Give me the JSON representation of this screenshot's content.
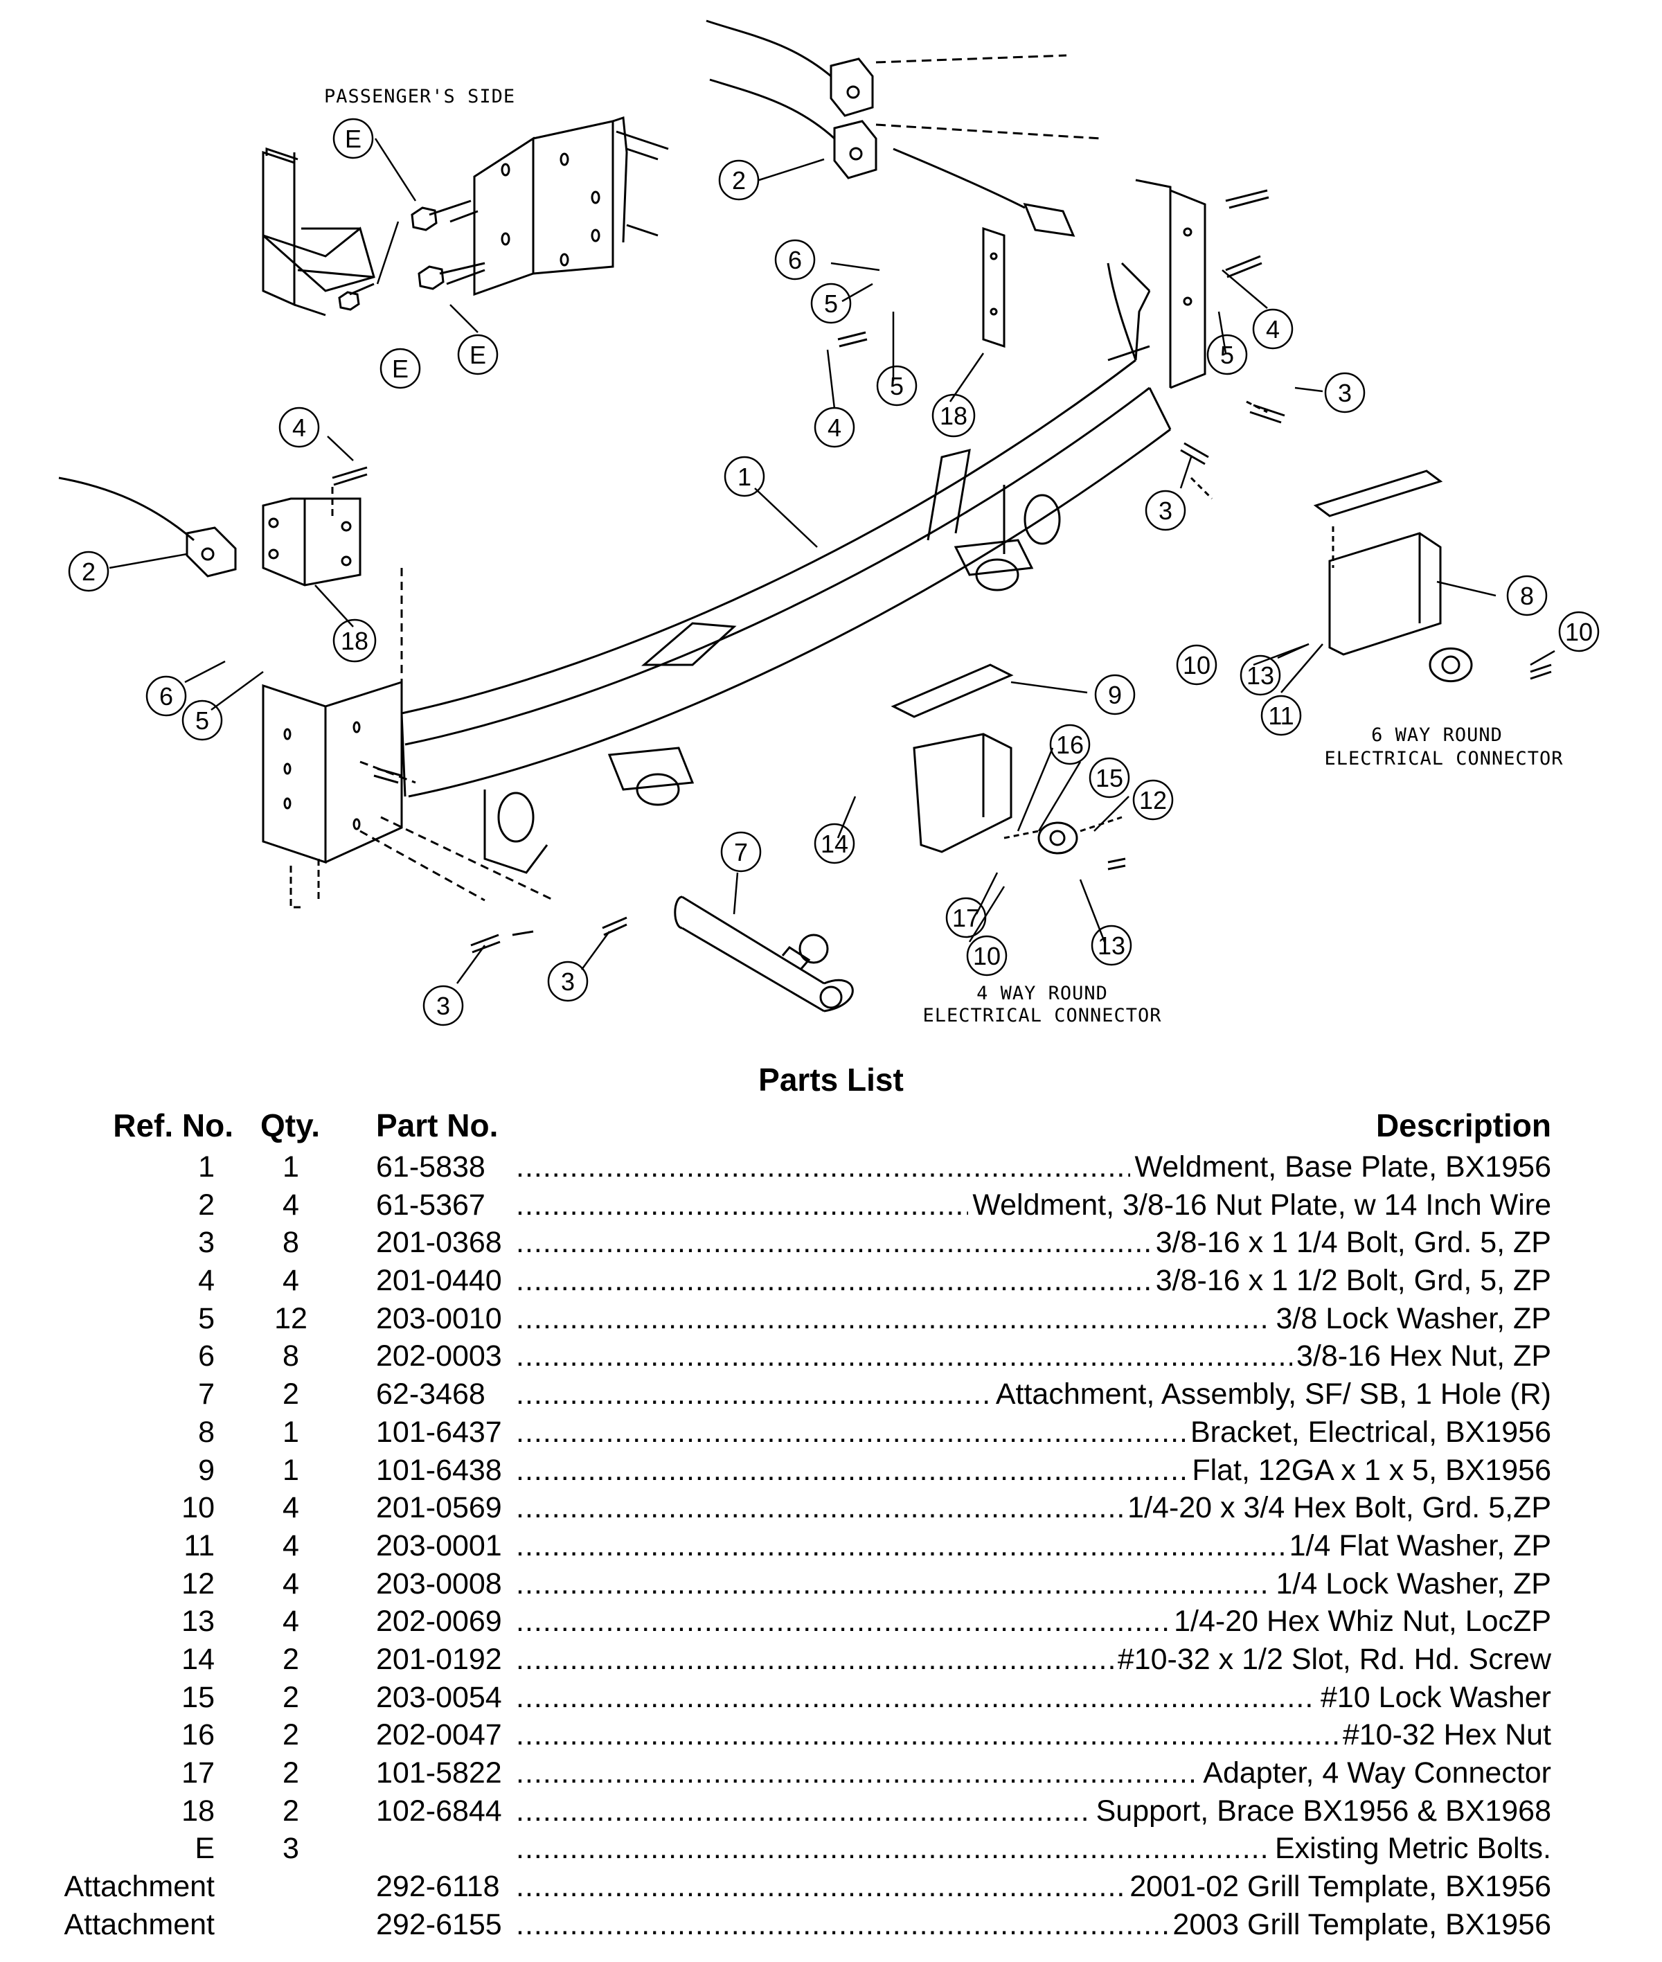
{
  "diagram": {
    "labels": {
      "passenger_side": "PASSENGER'S SIDE",
      "four_way": "4 WAY ROUND",
      "four_way_sub": "ELECTRICAL CONNECTOR",
      "six_way": "6 WAY ROUND",
      "six_way_sub": "ELECTRICAL CONNECTOR"
    },
    "callouts": [
      "1",
      "2",
      "2",
      "3",
      "3",
      "3",
      "3",
      "4",
      "4",
      "4",
      "5",
      "5",
      "5",
      "5",
      "6",
      "6",
      "7",
      "8",
      "9",
      "10",
      "10",
      "10",
      "11",
      "12",
      "13",
      "13",
      "14",
      "15",
      "16",
      "17",
      "18",
      "18",
      "E",
      "E",
      "E"
    ]
  },
  "parts_list": {
    "title": "Parts List",
    "headers": {
      "ref": "Ref. No.",
      "qty": "Qty.",
      "part": "Part No.",
      "desc": "Description"
    },
    "rows": [
      {
        "ref": "1",
        "qty": "1",
        "part": "61-5838",
        "desc": "Weldment, Base Plate, BX1956"
      },
      {
        "ref": "2",
        "qty": "4",
        "part": "61-5367",
        "desc": "Weldment, 3/8-16 Nut Plate, w 14 Inch Wire"
      },
      {
        "ref": "3",
        "qty": "8",
        "part": "201-0368",
        "desc": "3/8-16 x 1 1/4 Bolt, Grd. 5, ZP"
      },
      {
        "ref": "4",
        "qty": "4",
        "part": "201-0440",
        "desc": "3/8-16 x 1 1/2 Bolt, Grd, 5, ZP"
      },
      {
        "ref": "5",
        "qty": "12",
        "part": "203-0010",
        "desc": "3/8 Lock Washer, ZP"
      },
      {
        "ref": "6",
        "qty": "8",
        "part": "202-0003",
        "desc": "3/8-16 Hex Nut, ZP"
      },
      {
        "ref": "7",
        "qty": "2",
        "part": "62-3468",
        "desc": "Attachment, Assembly, SF/ SB, 1 Hole (R)"
      },
      {
        "ref": "8",
        "qty": "1",
        "part": "101-6437",
        "desc": "Bracket, Electrical, BX1956"
      },
      {
        "ref": "9",
        "qty": "1",
        "part": "101-6438",
        "desc": "Flat, 12GA x 1 x 5, BX1956"
      },
      {
        "ref": "10",
        "qty": "4",
        "part": "201-0569",
        "desc": "1/4-20 x 3/4 Hex Bolt, Grd. 5,ZP"
      },
      {
        "ref": "11",
        "qty": "4",
        "part": "203-0001",
        "desc": "1/4 Flat Washer, ZP"
      },
      {
        "ref": "12",
        "qty": "4",
        "part": "203-0008",
        "desc": "1/4 Lock Washer, ZP"
      },
      {
        "ref": "13",
        "qty": "4",
        "part": "202-0069",
        "desc": "1/4-20 Hex Whiz Nut, LocZP"
      },
      {
        "ref": "14",
        "qty": "2",
        "part": "201-0192",
        "desc": "#10-32 x 1/2 Slot, Rd. Hd. Screw"
      },
      {
        "ref": "15",
        "qty": "2",
        "part": "203-0054",
        "desc": "#10 Lock Washer"
      },
      {
        "ref": "16",
        "qty": "2",
        "part": "202-0047",
        "desc": "#10-32 Hex Nut"
      },
      {
        "ref": "17",
        "qty": "2",
        "part": "101-5822",
        "desc": "Adapter, 4 Way Connector"
      },
      {
        "ref": "18",
        "qty": "2",
        "part": "102-6844",
        "desc": "Support, Brace BX1956 & BX1968"
      },
      {
        "ref": "E",
        "qty": "3",
        "part": "",
        "desc": "Existing Metric Bolts."
      },
      {
        "ref": "Attachment",
        "qty": "",
        "part": "292-6118",
        "desc": "2001-02 Grill Template, BX1956"
      },
      {
        "ref": "Attachment",
        "qty": "",
        "part": "292-6155",
        "desc": "2003 Grill Template, BX1956"
      }
    ]
  }
}
